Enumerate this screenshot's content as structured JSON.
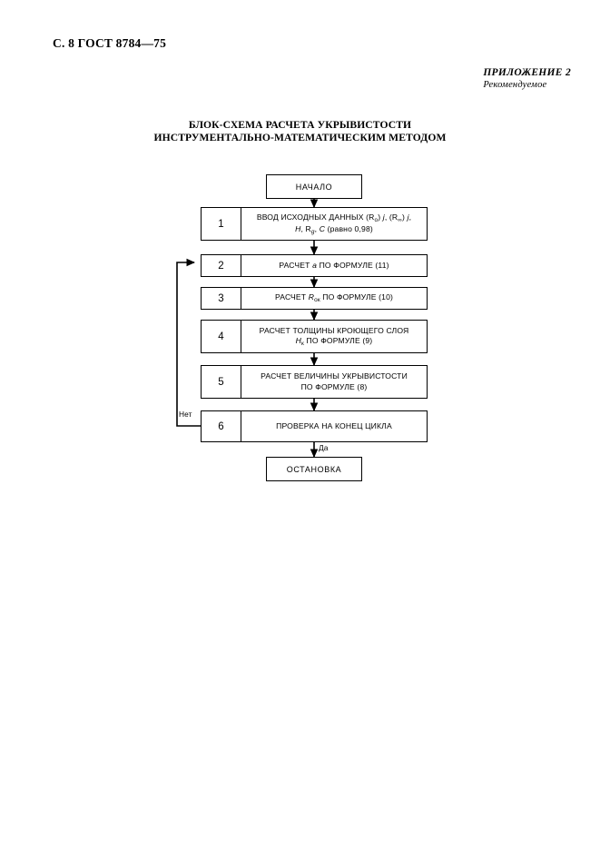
{
  "page": {
    "header": "С. 8 ГОСТ 8784—75"
  },
  "annex": {
    "title": "ПРИЛОЖЕНИЕ 2",
    "subtitle": "Рекомендуемое"
  },
  "title": {
    "line1": "БЛОК-СХЕМА РАСЧЕТА УКРЫВИСТОСТИ",
    "line2": "ИНСТРУМЕНТАЛЬНО-МАТЕМАТИЧЕСКИМ МЕТОДОМ"
  },
  "flowchart": {
    "start_label": "НАЧАЛО",
    "end_label": "ОСТАНОВКА",
    "edge_labels": {
      "no": "Нет",
      "yes": "Да"
    },
    "steps": [
      {
        "num": "1",
        "line1_a": "ВВОД ИСХОДНЫХ ДАННЫХ  (R",
        "line1_sub1": "o",
        "line1_b": ") ",
        "line1_j1": "j",
        "line1_c": ",  (R",
        "line1_sub2": "∞",
        "line1_d": ") ",
        "line1_j2": "j",
        "line1_e": ",",
        "line2_H": "H",
        "line2_a": ",  R",
        "line2_sub": "g",
        "line2_b": ",  ",
        "line2_C": "C",
        "line2_c": "  (равно 0,98)"
      },
      {
        "num": "2",
        "pre": "РАСЧЕТ ",
        "var": "a",
        "post": " ПО ФОРМУЛЕ (11)"
      },
      {
        "num": "3",
        "pre": "РАСЧЕТ ",
        "var": "R",
        "sub": "ок",
        "post": " ПО ФОРМУЛЕ (10)"
      },
      {
        "num": "4",
        "line1": "РАСЧЕТ ТОЛЩИНЫ КРОЮЩЕГО СЛОЯ",
        "line2_var": "H",
        "line2_sub": "к",
        "line2_post": " ПО ФОРМУЛЕ (9)"
      },
      {
        "num": "5",
        "line1": "РАСЧЕТ ВЕЛИЧИНЫ УКРЫВИСТОСТИ",
        "line2": "ПО ФОРМУЛЕ (8)"
      },
      {
        "num": "6",
        "text": "ПРОВЕРКА НА КОНЕЦ ЦИКЛА"
      }
    ]
  },
  "colors": {
    "ink": "#000000",
    "paper": "#ffffff"
  }
}
